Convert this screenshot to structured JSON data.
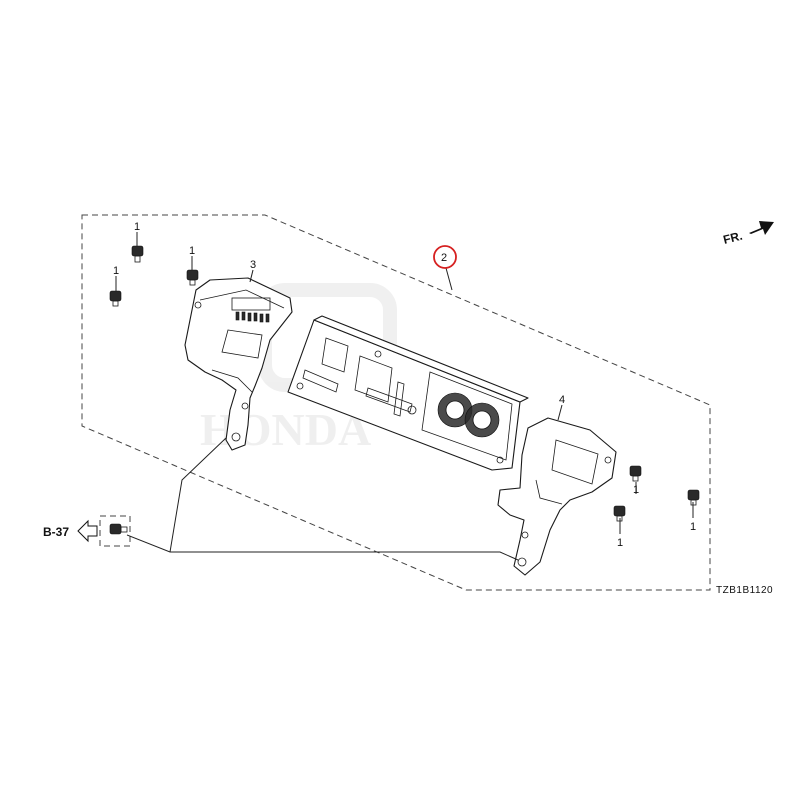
{
  "diagram": {
    "direction_label": "FR.",
    "reference_label": "B-37",
    "diagram_code": "TZB1B1120",
    "callouts": {
      "screw_top_left_upper": "1",
      "screw_top_left_lower": "1",
      "screw_top_mid": "1",
      "bracket_left": "3",
      "main_unit": "2",
      "bracket_right": "4",
      "screw_right_a": "1",
      "screw_right_b": "1",
      "screw_right_c": "1"
    },
    "highlight_color": "#d62020",
    "watermark": "HONDA"
  }
}
